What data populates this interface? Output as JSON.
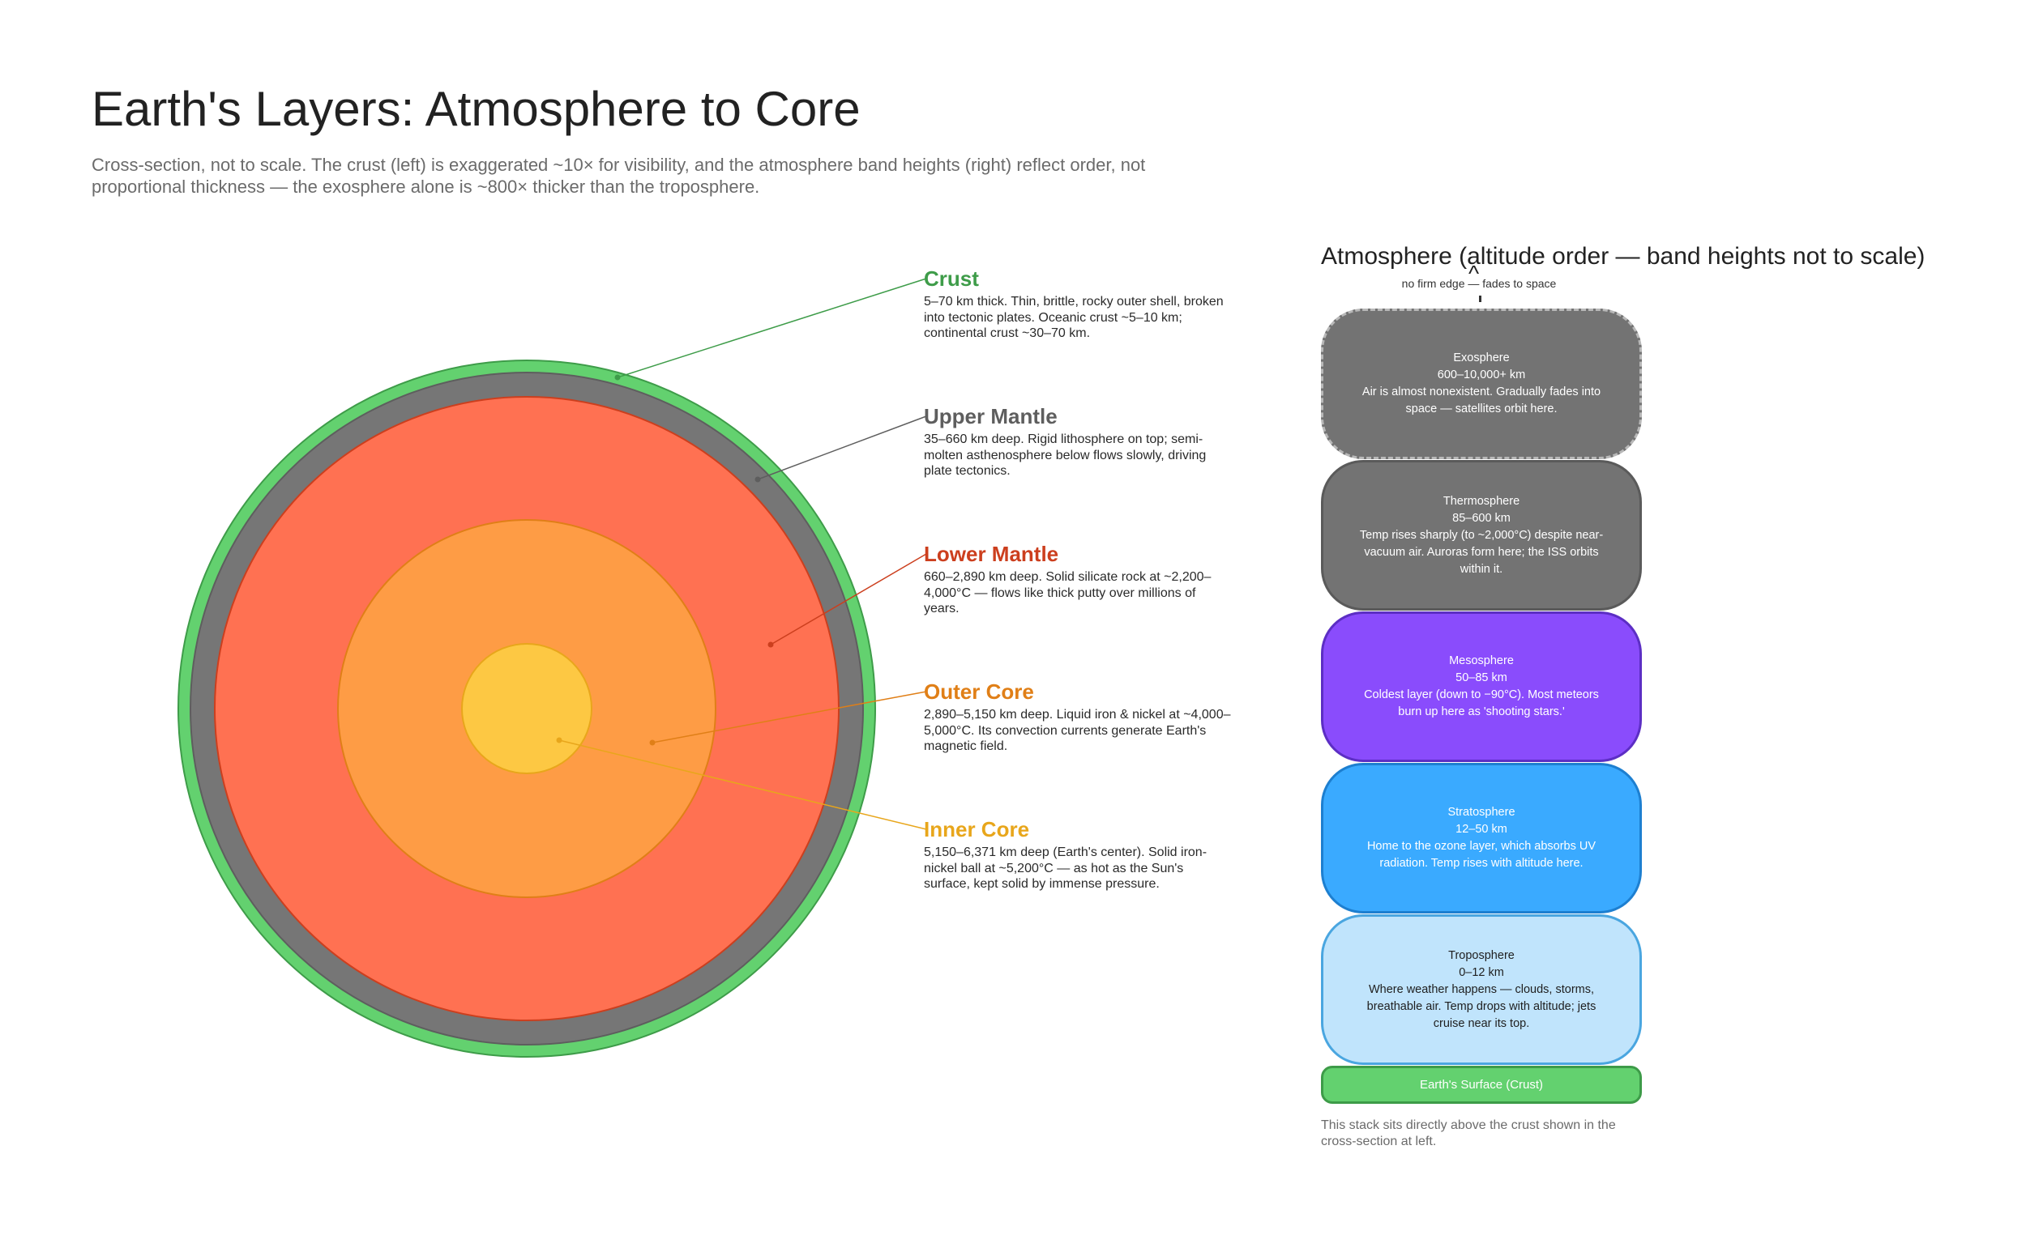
{
  "title": "Earth's Layers: Atmosphere to Core",
  "subtitle": "Cross-section, not to scale. The crust (left) is exaggerated ~10× for visibility, and the atmosphere band heights (right) reflect order, not proportional thickness — the exosphere alone is ~800× thicker than the troposphere.",
  "layers": [
    {
      "name": "Crust",
      "color": "#3e9c49",
      "fill": "#63d16f",
      "description": "5–70 km thick. Thin, brittle, rocky outer shell, broken into tectonic plates. Oceanic crust ~5–10 km; continental crust ~30–70 km."
    },
    {
      "name": "Upper Mantle",
      "color": "#5e5e5e",
      "fill": "#767676",
      "description": "35–660 km deep. Rigid lithosphere on top; semi-molten asthenosphere below flows slowly, driving plate tectonics."
    },
    {
      "name": "Lower Mantle",
      "color": "#cc3f1e",
      "fill": "#ff7152",
      "description": "660–2,890 km deep. Solid silicate rock at ~2,200–4,000°C — flows like thick putty over millions of years."
    },
    {
      "name": "Outer Core",
      "color": "#e07f17",
      "fill": "#fe9c45",
      "description": "2,890–5,150 km deep. Liquid iron & nickel at ~4,000–5,000°C. Its convection currents generate Earth's magnetic field."
    },
    {
      "name": "Inner Core",
      "color": "#e8a61b",
      "fill": "#fdc843",
      "description": "5,150–6,371 km deep (Earth's center). Solid iron-nickel ball at ~5,200°C — as hot as the Sun's surface, kept solid by immense pressure."
    }
  ],
  "atmosphere": {
    "title": "Atmosphere (altitude order — band heights not to scale)",
    "edge_note": "no firm edge — fades to space",
    "edge_arrow": "^",
    "bands": [
      {
        "name": "Exosphere",
        "range": "600–10,000+ km",
        "description": "Air is almost nonexistent. Gradually fades into space — satellites orbit here.",
        "fill": "#737373",
        "border": "#b8b8b8",
        "text": "#ffffff"
      },
      {
        "name": "Thermosphere",
        "range": "85–600 km",
        "description": "Temp rises sharply (to ~2,000°C) despite near-vacuum air. Auroras form here; the ISS orbits within it.",
        "fill": "#737373",
        "border": "#5a5a5a",
        "text": "#ffffff"
      },
      {
        "name": "Mesosphere",
        "range": "50–85 km",
        "description": "Coldest layer (down to −90°C). Most meteors burn up here as 'shooting stars.'",
        "fill": "#8a4cfc",
        "border": "#5c2ec4",
        "text": "#ffffff"
      },
      {
        "name": "Stratosphere",
        "range": "12–50 km",
        "description": "Home to the ozone layer, which absorbs UV radiation. Temp rises with altitude here.",
        "fill": "#3aaaff",
        "border": "#1d7fd0",
        "text": "#ffffff"
      },
      {
        "name": "Troposphere",
        "range": "0–12 km",
        "description": "Where weather happens — clouds, storms, breathable air. Temp drops with altitude; jets cruise near its top.",
        "fill": "#c0e4fc",
        "border": "#4aa6e0",
        "text": "#1f1f1f"
      }
    ],
    "surface_label": "Earth's Surface (Crust)",
    "stack_note": "This stack sits directly above the crust shown in the cross-section at left."
  }
}
